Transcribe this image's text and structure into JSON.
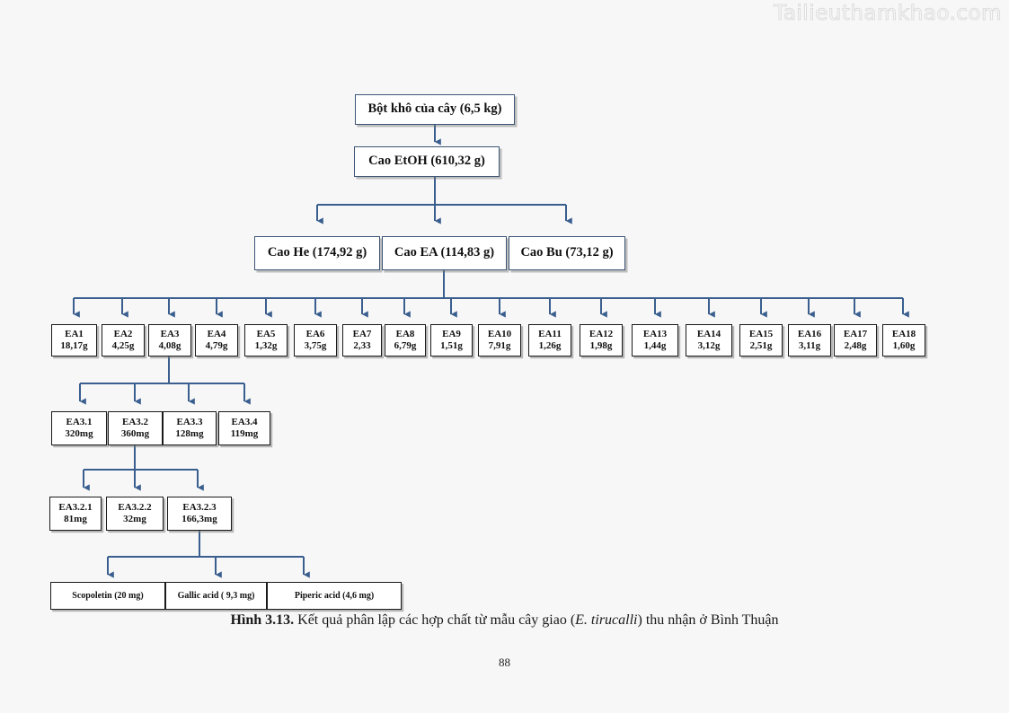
{
  "page": {
    "watermark": "Tailieuthamkhao.com",
    "folio": "88",
    "background_color": "#f7f7f7",
    "connector_color": "#3a5f8f",
    "tier_a_border_color": "#3c5575",
    "leaf_border_color": "#1a1a1a"
  },
  "caption": {
    "figure_label": "Hình 3.13.",
    "text_before": " Kết quả phân lập các hợp chất từ mẫu cây giao (",
    "species": "E. tirucalli",
    "text_after": ") thu nhận ở Bình Thuận"
  },
  "diagram": {
    "type": "flowchart",
    "title": "Kết quả phân lập các hợp chất từ mẫu cây giao (E. tirucalli) thu nhận ở Bình Thuận",
    "root": {
      "id": "root",
      "label": "Bột khô của cây (6,5 kg)"
    },
    "extract": {
      "id": "etoh",
      "label": "Cao EtOH (610,32 g)"
    },
    "fractions": [
      {
        "id": "he",
        "label": "Cao He (174,92 g)"
      },
      {
        "id": "ea",
        "label": "Cao EA (114,83 g)"
      },
      {
        "id": "bu",
        "label": "Cao Bu (73,12 g)"
      }
    ],
    "ea_subfractions": [
      {
        "id": "EA1",
        "name": "EA1",
        "mass": "18,17g"
      },
      {
        "id": "EA2",
        "name": "EA2",
        "mass": "4,25g"
      },
      {
        "id": "EA3",
        "name": "EA3",
        "mass": "4,08g"
      },
      {
        "id": "EA4",
        "name": "EA4",
        "mass": "4,79g"
      },
      {
        "id": "EA5",
        "name": "EA5",
        "mass": "1,32g"
      },
      {
        "id": "EA6",
        "name": "EA6",
        "mass": "3,75g"
      },
      {
        "id": "EA7",
        "name": "EA7",
        "mass": "2,33"
      },
      {
        "id": "EA8",
        "name": "EA8",
        "mass": "6,79g"
      },
      {
        "id": "EA9",
        "name": "EA9",
        "mass": "1,51g"
      },
      {
        "id": "EA10",
        "name": "EA10",
        "mass": "7,91g"
      },
      {
        "id": "EA11",
        "name": "EA11",
        "mass": "1,26g"
      },
      {
        "id": "EA12",
        "name": "EA12",
        "mass": "1,98g"
      },
      {
        "id": "EA13",
        "name": "EA13",
        "mass": "1,44g"
      },
      {
        "id": "EA14",
        "name": "EA14",
        "mass": "3,12g"
      },
      {
        "id": "EA15",
        "name": "EA15",
        "mass": "2,51g"
      },
      {
        "id": "EA16",
        "name": "EA16",
        "mass": "3,11g"
      },
      {
        "id": "EA17",
        "name": "EA17",
        "mass": "2,48g"
      },
      {
        "id": "EA18",
        "name": "EA18",
        "mass": "1,60g"
      }
    ],
    "ea3_subfractions": [
      {
        "id": "EA3.1",
        "name": "EA3.1",
        "mass": "320mg"
      },
      {
        "id": "EA3.2",
        "name": "EA3.2",
        "mass": "360mg"
      },
      {
        "id": "EA3.3",
        "name": "EA3.3",
        "mass": "128mg"
      },
      {
        "id": "EA3.4",
        "name": "EA3.4",
        "mass": "119mg"
      }
    ],
    "ea32_subfractions": [
      {
        "id": "EA3.2.1",
        "name": "EA3.2.1",
        "mass": "81mg"
      },
      {
        "id": "EA3.2.2",
        "name": "EA3.2.2",
        "mass": "32mg"
      },
      {
        "id": "EA3.2.3",
        "name": "EA3.2.3",
        "mass": "166,3mg"
      }
    ],
    "compounds": [
      {
        "id": "scopoletin",
        "label": "Scopoletin (20 mg)"
      },
      {
        "id": "gallic-acid",
        "label": "Gallic acid ( 9,3 mg)"
      },
      {
        "id": "piperic-acid",
        "label": "Piperic acid (4,6 mg)"
      }
    ]
  }
}
